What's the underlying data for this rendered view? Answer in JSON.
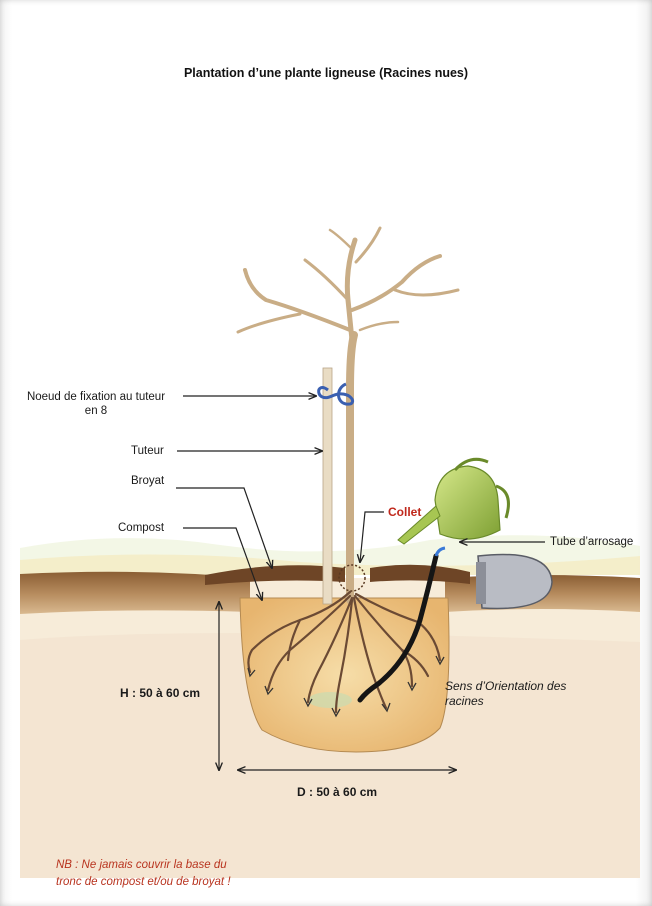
{
  "title": "Plantation d’une plante ligneuse (Racines nues)",
  "labels": {
    "noeud_line1": "Noeud de fixation au tuteur",
    "noeud_line2": "en 8",
    "tuteur": "Tuteur",
    "broyat": "Broyat",
    "compost": "Compost",
    "collet": "Collet",
    "tube": "Tube d’arrosage",
    "depth": "H : 50 à 60 cm",
    "diameter": "D : 50 à 60 cm",
    "orientation_line1": "Sens d’Orientation des",
    "orientation_line2": "racines"
  },
  "note": {
    "line1": "NB : Ne jamais couvrir la base du",
    "line2": "tronc de compost et/ou de broyat !"
  },
  "colors": {
    "collet": "#c0281c",
    "note": "#b8331e",
    "soil": "#a47a4e",
    "compost": "#efc889",
    "stake_knot": "#3a5fb0",
    "watering_can": "#9bc046"
  }
}
